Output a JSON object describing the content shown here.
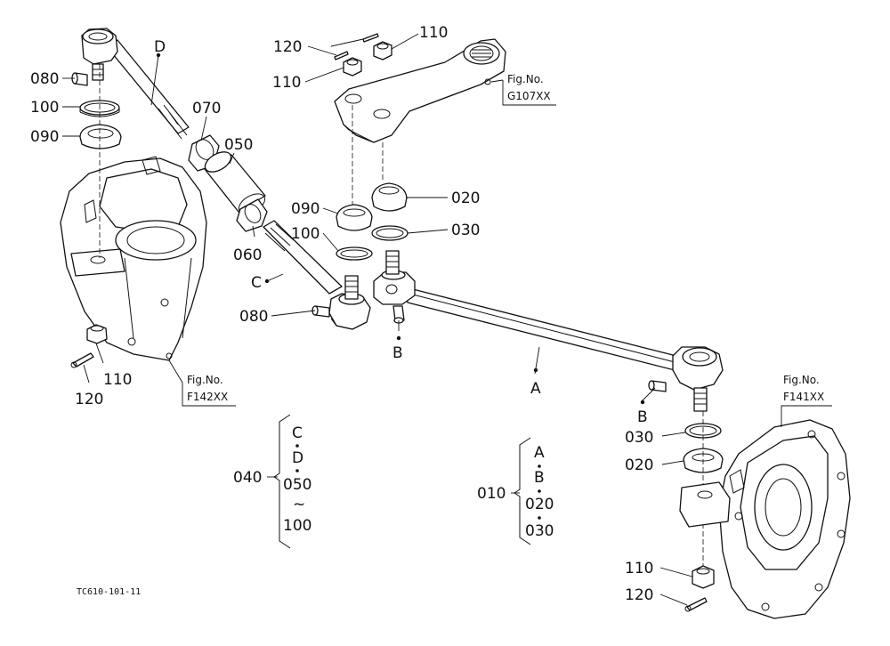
{
  "callouts": {
    "c080_left": "080",
    "c100_left": "100",
    "c090_left": "090",
    "d_label": "D",
    "c070": "070",
    "c050": "050",
    "c060": "060",
    "c_label": "C",
    "c090_mid": "090",
    "c100_mid": "100",
    "c080_mid": "080",
    "c110_left": "110",
    "c120_left": "120",
    "c120_top": "120",
    "c110_top_right": "110",
    "c110_top_left": "110",
    "c020_mid": "020",
    "c030_mid": "030",
    "b_label_mid": "B",
    "a_label": "A",
    "b_label_right": "B",
    "c030_right": "030",
    "c020_right": "020",
    "c110_right": "110",
    "c120_right": "120"
  },
  "fig_refs": {
    "g107_fig": "Fig.No.",
    "g107_num": "G107XX",
    "f142_fig": "Fig.No.",
    "f142_num": "F142XX",
    "f141_fig": "Fig.No.",
    "f141_num": "F141XX"
  },
  "groups": {
    "g040": {
      "number": "040",
      "items": [
        "C",
        "D",
        "050",
        "~",
        "100"
      ]
    },
    "g010": {
      "number": "010",
      "items": [
        "A",
        "B",
        "020",
        "030"
      ]
    }
  },
  "drawing_code": "TC610-101-11"
}
